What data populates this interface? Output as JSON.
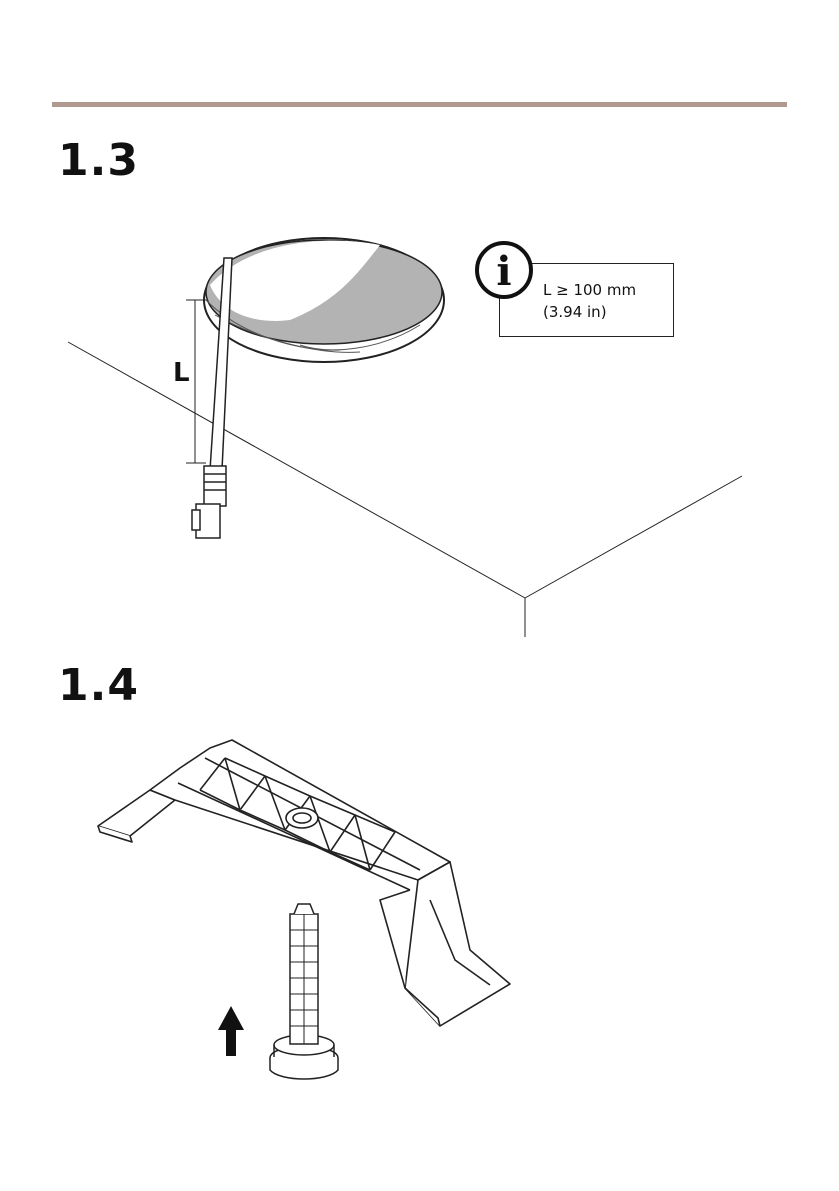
{
  "steps": [
    {
      "number": "1.3"
    },
    {
      "number": "1.4"
    }
  ],
  "info": {
    "icon": "i",
    "line1": "L ≥ 100 mm",
    "line2": "(3.94 in)"
  },
  "dimension_label": "L",
  "colors": {
    "rule": "#b09a8f",
    "ink": "#111111",
    "shade": "#aaaaaa"
  }
}
